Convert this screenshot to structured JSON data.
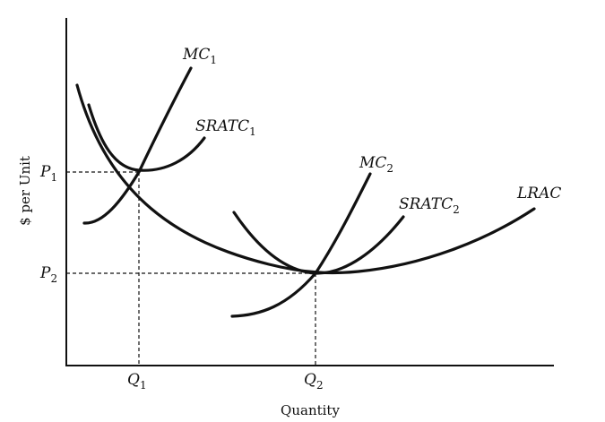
{
  "axes": {
    "x_title": "Quantity",
    "y_title": "$ per Unit"
  },
  "price_labels": [
    {
      "base": "P",
      "sub": "1"
    },
    {
      "base": "P",
      "sub": "2"
    }
  ],
  "quantity_labels": [
    {
      "base": "Q",
      "sub": "1"
    },
    {
      "base": "Q",
      "sub": "2"
    }
  ],
  "curves": {
    "mc1": {
      "base": "MC",
      "sub": "1"
    },
    "sratc1": {
      "base": "SRATC",
      "sub": "1"
    },
    "mc2": {
      "base": "MC",
      "sub": "2"
    },
    "sratc2": {
      "base": "SRATC",
      "sub": "2"
    },
    "lrac": {
      "base": "LRAC",
      "sub": ""
    }
  }
}
